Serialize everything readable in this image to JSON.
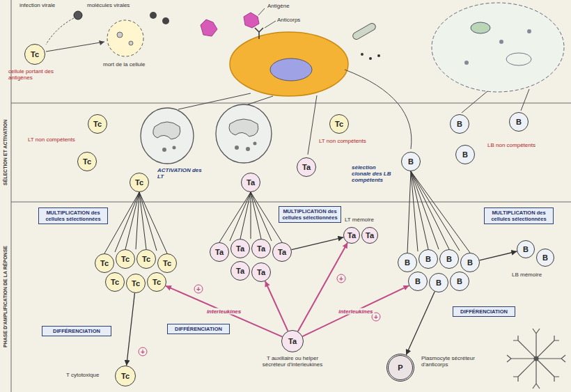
{
  "diagram": {
    "nodes": [
      {
        "text": [
          "Tc"
        ]
      },
      {
        "text": [
          "Tc"
        ]
      },
      {
        "text": [
          "Tc"
        ]
      },
      {
        "text": [
          "Tc"
        ]
      },
      {
        "text": [
          "Ta"
        ]
      },
      {
        "text": [
          "Ta"
        ]
      },
      {
        "text": [
          "Tc"
        ]
      },
      {
        "text": [
          "B"
        ]
      },
      {
        "text": [
          "B"
        ]
      },
      {
        "text": [
          "B"
        ]
      },
      {
        "text": [
          "B"
        ]
      },
      {
        "text": [
          "MULTIPLICATION des cellules sélectionnées"
        ]
      },
      {
        "text": [
          "MULTIPLICATION des cellules sélectionnées"
        ]
      },
      {
        "text": [
          "MULTIPLICATION des cellules sélectionnées"
        ]
      },
      {
        "text": [
          "Ta"
        ]
      },
      {
        "text": [
          "Ta"
        ]
      },
      {
        "text": [
          "Tc"
        ]
      },
      {
        "text": [
          "Tc"
        ]
      },
      {
        "text": [
          "Tc"
        ]
      },
      {
        "text": [
          "Tc"
        ]
      },
      {
        "text": [
          "Tc"
        ]
      },
      {
        "text": [
          "Tc"
        ]
      },
      {
        "text": [
          "Tc"
        ]
      },
      {
        "text": [
          "Ta"
        ]
      },
      {
        "text": [
          "Ta"
        ]
      },
      {
        "text": [
          "Ta"
        ]
      },
      {
        "text": [
          "Ta"
        ]
      },
      {
        "text": [
          "Ta"
        ]
      },
      {
        "text": [
          "Ta"
        ]
      },
      {
        "text": [
          "B"
        ]
      },
      {
        "text": [
          "B"
        ]
      },
      {
        "text": [
          "B"
        ]
      },
      {
        "text": [
          "B"
        ]
      },
      {
        "text": [
          "B"
        ]
      },
      {
        "text": [
          "B"
        ]
      },
      {
        "text": [
          "B"
        ]
      },
      {
        "text": [
          "B"
        ]
      },
      {
        "text": [
          "B"
        ]
      },
      {
        "text": [
          "DIFFÉRENCIATION"
        ]
      },
      {
        "text": [
          "DIFFÉRENCIATION"
        ]
      },
      {
        "text": [
          "DIFFÉRENCIATION"
        ]
      },
      {
        "text": [
          "Ta"
        ]
      },
      {
        "text": [
          "Tc"
        ]
      },
      {
        "text": [
          "P"
        ]
      }
    ],
    "edges": [
      {
        "from": 41,
        "to": 22,
        "arrow": "to",
        "label": "interleukines"
      },
      {
        "from": 41,
        "to": 28,
        "arrow": "to"
      },
      {
        "from": 41,
        "to": 14,
        "arrow": "to"
      },
      {
        "from": 41,
        "to": 33,
        "arrow": "to",
        "label": "interleukines"
      },
      {
        "from": 21,
        "to": 42,
        "arrow": "to"
      },
      {
        "from": 26,
        "to": 14,
        "arrow": "to"
      },
      {
        "from": 32,
        "to": 36,
        "arrow": "to"
      },
      {
        "from": 34,
        "to": 43,
        "arrow": "to"
      }
    ],
    "labels": [
      "infection virale",
      "molécules virales",
      "Antigène",
      "Anticorps",
      "cellule portant des antigènes",
      "mort de la cellule",
      "SÉLECTION ET ACTIVATION",
      "LT non compétents",
      "ACTIVATION des LT",
      "LT non compétents",
      "sélection clonale des LB compétents",
      "LB non compétents",
      "PHASE D'AMPLIFICATION DE LA RÉPONSE",
      "LT mémoire",
      "LB mémoire",
      "+",
      "+",
      "+",
      "+",
      "T auxiliaire ou helper sécréteur d'interleukines",
      "T cytotoxique",
      "Plasmocyte sécréteur d'anticorps"
    ]
  }
}
